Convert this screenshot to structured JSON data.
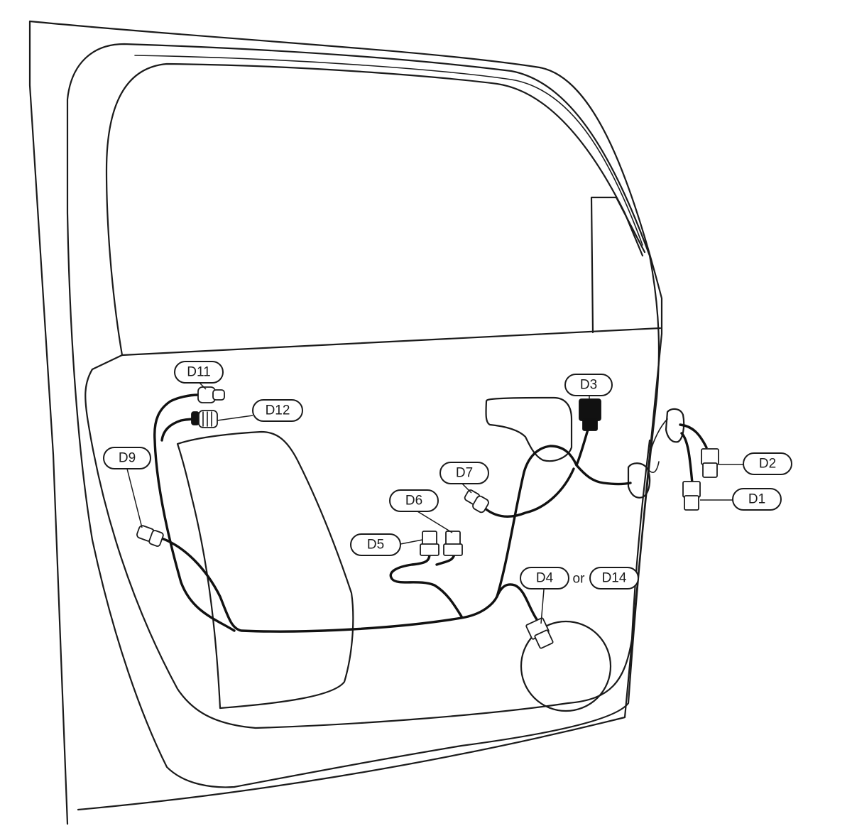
{
  "labels": {
    "D1": "D1",
    "D2": "D2",
    "D3": "D3",
    "D4": "D4",
    "D5": "D5",
    "D6": "D6",
    "D7": "D7",
    "D9": "D9",
    "D11": "D11",
    "D12": "D12",
    "D14": "D14",
    "or": "or"
  }
}
